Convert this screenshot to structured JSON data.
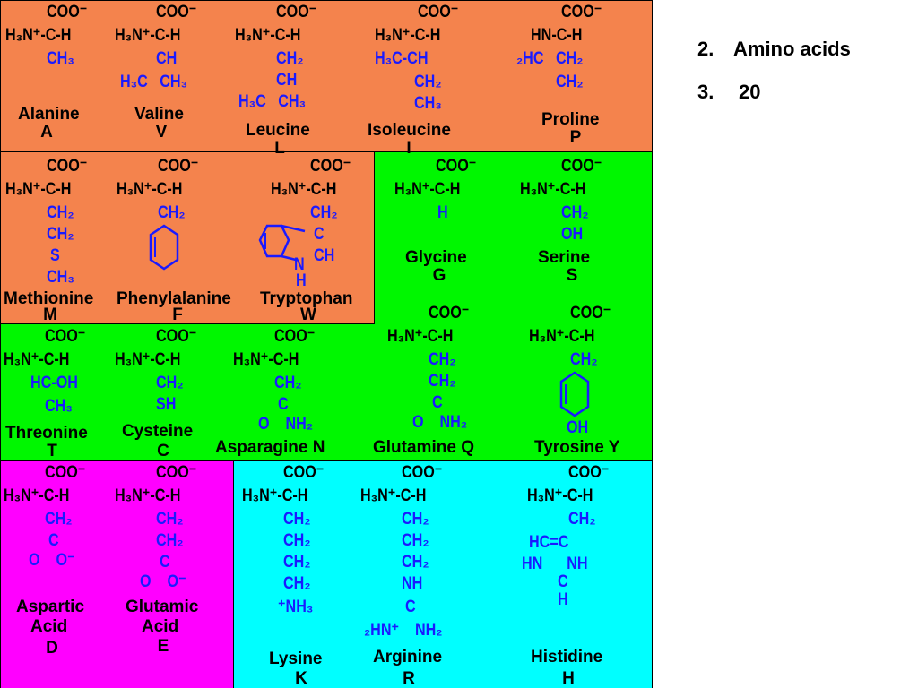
{
  "notes": {
    "item2": "2.",
    "item2_text": "Amino acids",
    "item3": "3.",
    "item3_text": "20"
  },
  "colors": {
    "hydrophobic": "#f4834d",
    "polar": "#00f700",
    "acidic": "#ff00ff",
    "basic": "#00ffff",
    "side_chain": "#1a1aff"
  },
  "backbone": {
    "carboxyl": "COO⁻",
    "amine": "H₃N⁺-C-H",
    "proline_amine": "HN-C-H"
  },
  "amino_acids": {
    "alanine": {
      "name": "Alanine",
      "code": "A",
      "side": [
        "CH₃"
      ]
    },
    "valine": {
      "name": "Valine",
      "code": "V",
      "side": [
        "CH",
        "H₃C   CH₃"
      ]
    },
    "leucine": {
      "name": "Leucine",
      "code": "L",
      "side": [
        "CH₂",
        "CH",
        "H₃C   CH₃"
      ]
    },
    "isoleucine": {
      "name": "Isoleucine",
      "code": "I",
      "side": [
        "H₃C-CH",
        "CH₂",
        "CH₃"
      ]
    },
    "proline": {
      "name": "Proline",
      "code": "P",
      "side": [
        "₂HC   CH₂",
        "CH₂"
      ]
    },
    "methionine": {
      "name": "Methionine",
      "code": "M",
      "side": [
        "CH₂",
        "CH₂",
        "S",
        "CH₃"
      ]
    },
    "phenylalanine": {
      "name": "Phenylalanine",
      "code": "F",
      "side": [
        "CH₂"
      ]
    },
    "tryptophan": {
      "name": "Tryptophan",
      "code": "W",
      "side": [
        "CH₂",
        "C",
        "CH",
        "N",
        "H"
      ]
    },
    "glycine": {
      "name": "Glycine",
      "code": "G",
      "side": [
        "H"
      ]
    },
    "serine": {
      "name": "Serine",
      "code": "S",
      "side": [
        "CH₂",
        "OH"
      ]
    },
    "threonine": {
      "name": "Threonine",
      "code": "T",
      "side": [
        "HC-OH",
        "CH₃"
      ]
    },
    "cysteine": {
      "name": "Cysteine",
      "code": "C",
      "side": [
        "CH₂",
        "SH"
      ]
    },
    "asparagine": {
      "name": "Asparagine",
      "code": "N",
      "side": [
        "CH₂",
        "C",
        "O    NH₂"
      ]
    },
    "glutamine": {
      "name": "Glutamine",
      "code": "Q",
      "side": [
        "CH₂",
        "CH₂",
        "C",
        "O    NH₂"
      ]
    },
    "tyrosine": {
      "name": "Tyrosine",
      "code": "Y",
      "side": [
        "CH₂",
        "OH"
      ]
    },
    "aspartic": {
      "name1": "Aspartic",
      "name2": "Acid",
      "code": "D",
      "side": [
        "CH₂",
        "C",
        "O    O⁻"
      ]
    },
    "glutamic": {
      "name1": "Glutamic",
      "name2": "Acid",
      "code": "E",
      "side": [
        "CH₂",
        "CH₂",
        "C",
        "O    O⁻"
      ]
    },
    "lysine": {
      "name": "Lysine",
      "code": "K",
      "side": [
        "CH₂",
        "CH₂",
        "CH₂",
        "CH₂",
        "⁺NH₃"
      ]
    },
    "arginine": {
      "name": "Arginine",
      "code": "R",
      "side": [
        "CH₂",
        "CH₂",
        "CH₂",
        "NH",
        "C",
        "₂HN⁺    NH₂"
      ]
    },
    "histidine": {
      "name": "Histidine",
      "code": "H",
      "side": [
        "CH₂",
        "HC=C",
        "HN      NH",
        "C",
        "H"
      ]
    }
  }
}
